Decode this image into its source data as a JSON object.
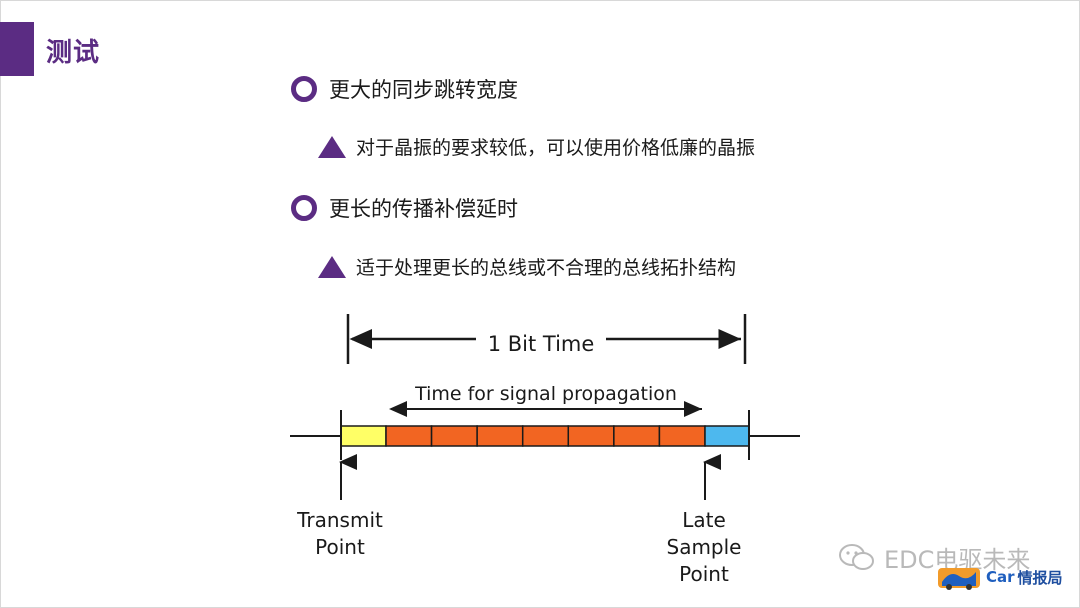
{
  "slide": {
    "title": "测试"
  },
  "bullets": [
    {
      "text": "更大的同步跳转宽度",
      "sub": "对于晶振的要求较低，可以使用价格低廉的晶振"
    },
    {
      "text": "更长的传播补偿延时",
      "sub": "适于处理更长的总线或不合理的总线拓扑结构"
    }
  ],
  "diagram": {
    "bit_time_label": "1 Bit Time",
    "propagation_label": "Time for signal propagation",
    "transmit_line1": "Transmit",
    "transmit_line2": "Point",
    "late_line1": "Late",
    "late_line2": "Sample",
    "late_line3": "Point",
    "segment_colors": {
      "sync": "#ffff66",
      "propagation": "#f26522",
      "phase": "#4db8ee"
    },
    "propagation_segments": 7
  },
  "watermark": {
    "text": "EDC电驱未来",
    "icon": "wechat-icon"
  },
  "logo": {
    "car": "Car",
    "name": "情报局"
  }
}
